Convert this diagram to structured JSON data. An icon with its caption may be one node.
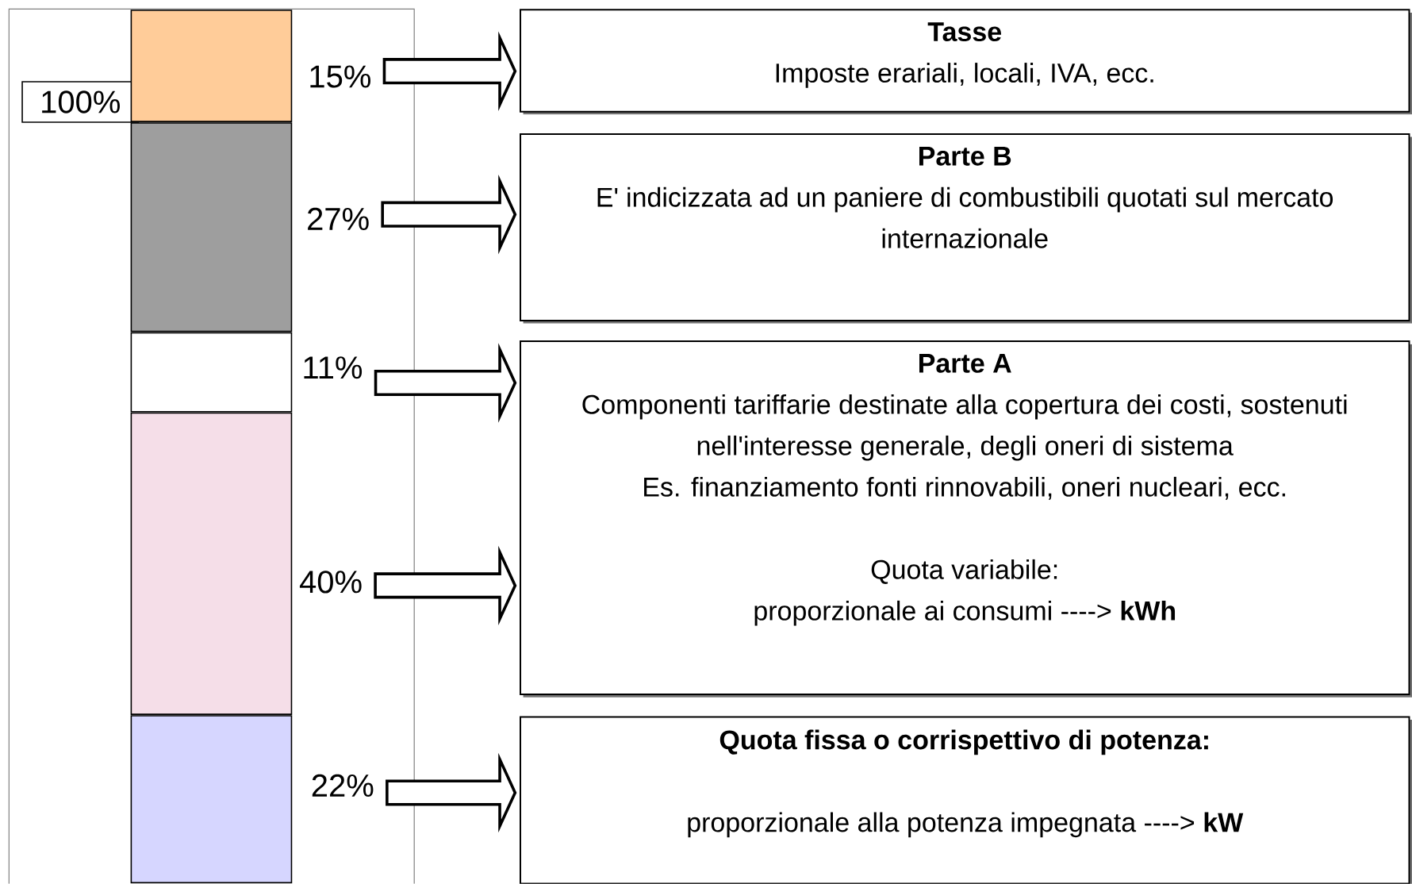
{
  "diagram": {
    "nodes": [
      {
        "text": [
          "100%"
        ]
      },
      {
        "text": [],
        "shape": "bar"
      },
      {
        "text": [],
        "shape": "bar"
      },
      {
        "text": [],
        "shape": "bar"
      },
      {
        "text": [],
        "shape": "bar"
      },
      {
        "text": [],
        "shape": "bar"
      },
      {
        "text": [
          "15%"
        ]
      },
      {
        "text": [
          "27%"
        ]
      },
      {
        "text": [
          "11%"
        ]
      },
      {
        "text": [
          "40%"
        ]
      },
      {
        "text": [
          "22%"
        ]
      },
      {
        "text": [
          "Tasse",
          "Imposte erariali, locali, IVA, ecc."
        ]
      },
      {
        "text": [
          "Parte B",
          "E' indicizzata ad un paniere di combustibili quotati sul mercato internazionale"
        ]
      },
      {
        "text": [
          "Parte A",
          "Componenti tariffarie destinate alla copertura dei costi, sostenuti nell'interesse generale, degli oneri di sistema",
          "Es. finanziamento fonti rinnovabili, oneri nucleari, ecc.",
          "Quota variabile:",
          "proporzionale ai consumi ----> **kWh**"
        ]
      },
      {
        "text": [
          "Quota fissa o corrispettivo di potenza:",
          "proporzionale alla potenza impegnata ----> **kW**"
        ]
      }
    ],
    "edges": [
      {
        "from": 6,
        "to": 11,
        "arrow": "to"
      },
      {
        "from": 7,
        "to": 12,
        "arrow": "to"
      },
      {
        "from": 8,
        "to": 13,
        "arrow": "to"
      },
      {
        "from": 9,
        "to": 13,
        "arrow": "to"
      },
      {
        "from": 10,
        "to": 14,
        "arrow": "to"
      }
    ]
  }
}
